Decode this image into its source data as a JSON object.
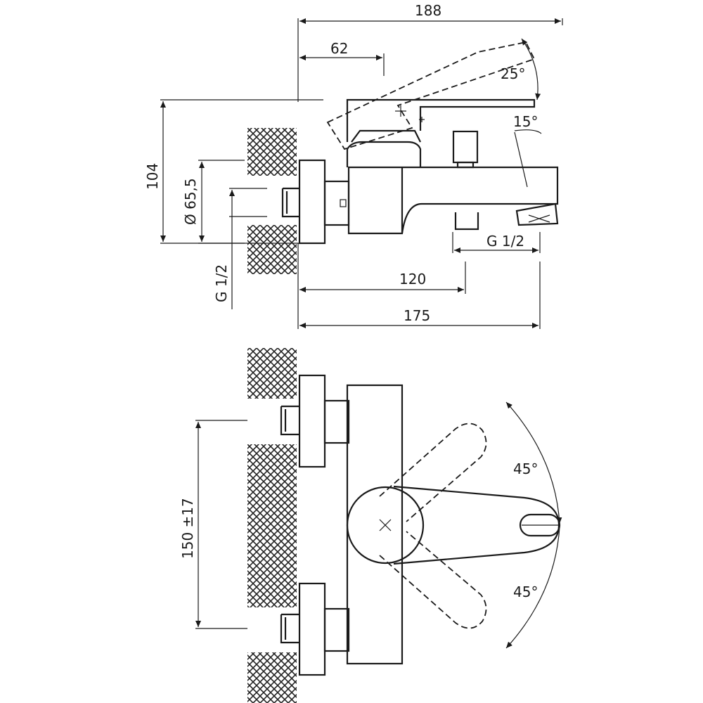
{
  "side_view": {
    "dim_overall_width": "188",
    "dim_handle_offset": "62",
    "dim_tilt_angle": "25°",
    "dim_spout_angle": "15°",
    "dim_height": "104",
    "dim_flange_diameter": "Ø 65,5",
    "dim_inlet_thread": "G 1/2",
    "dim_outlet_thread": "G 1/2",
    "dim_outlet_distance": "120",
    "dim_total_depth": "175"
  },
  "top_view": {
    "dim_center_distance": "150 ±17",
    "dim_rotation_upper": "45°",
    "dim_rotation_lower": "45°"
  }
}
